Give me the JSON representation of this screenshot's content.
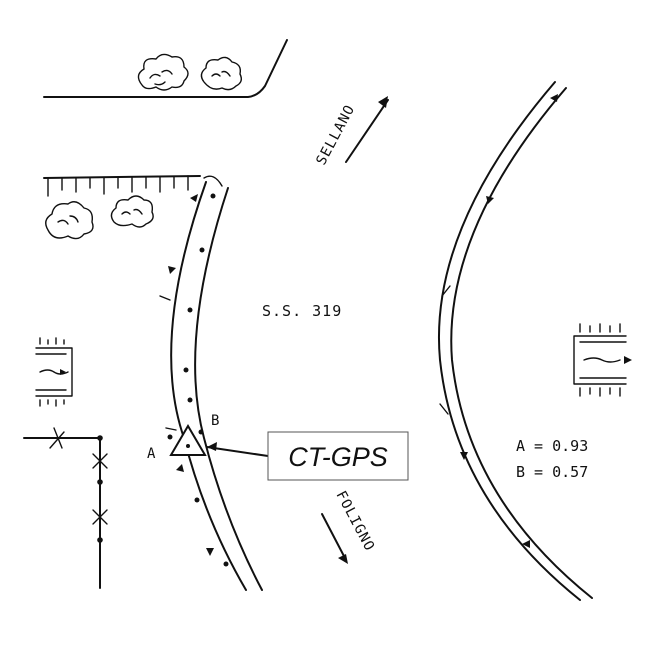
{
  "road_label": "S.S. 319",
  "direction_north": "SELLANO",
  "direction_south": "FOLIGNO",
  "station_label": "CT-GPS",
  "point_a": "A",
  "point_b": "B",
  "values": {
    "line_a": "A = 0.93",
    "line_b": "B = 0.57"
  }
}
